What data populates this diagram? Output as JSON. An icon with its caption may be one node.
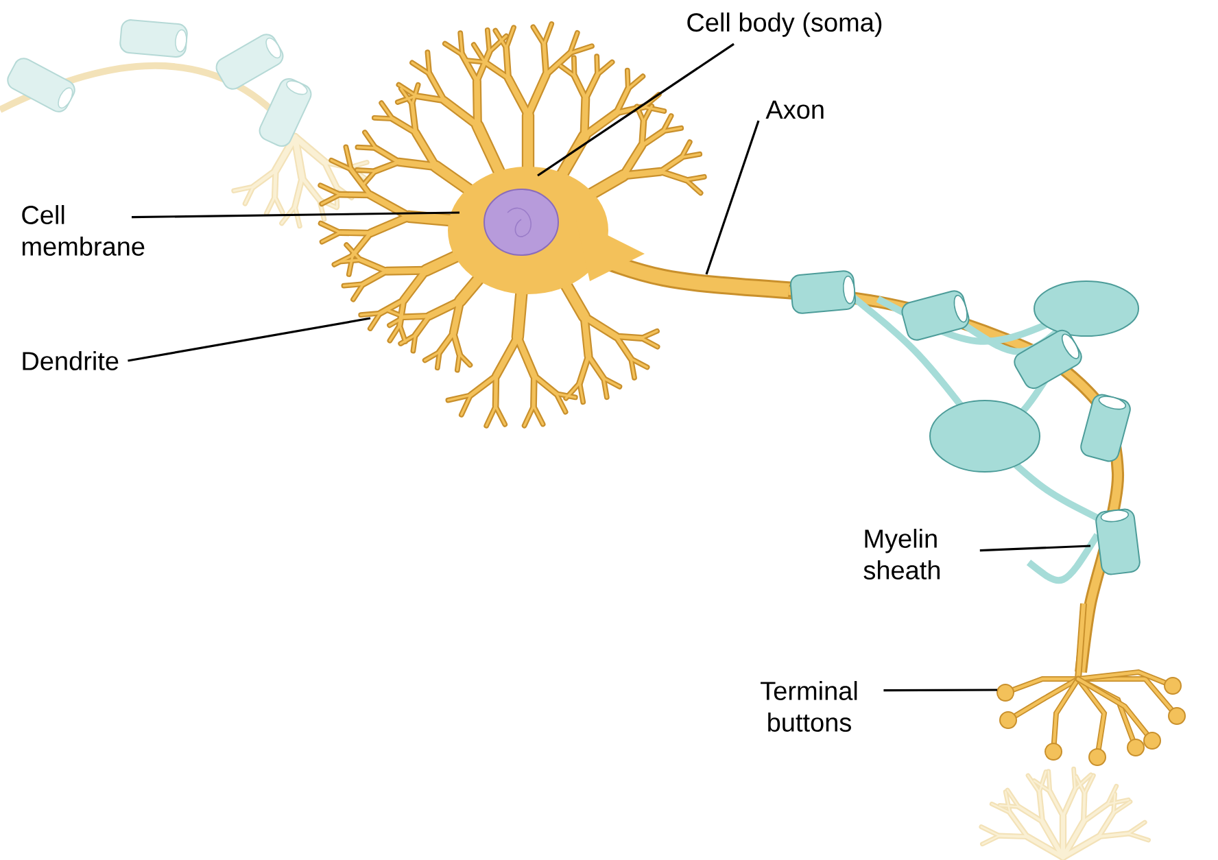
{
  "diagram": {
    "nodes": [
      {
        "text": [
          "Cell body (soma)"
        ]
      },
      {
        "text": [
          "Axon"
        ]
      },
      {
        "text": [
          "Cell membrane"
        ]
      },
      {
        "text": [
          "Dendrite"
        ]
      },
      {
        "text": [
          "Myelin sheath"
        ]
      },
      {
        "text": [
          "Terminal buttons"
        ]
      }
    ],
    "edges": [
      {
        "from": 0,
        "to": null,
        "arrow": "none"
      },
      {
        "from": 1,
        "to": null,
        "arrow": "none"
      },
      {
        "from": 2,
        "to": null,
        "arrow": "none"
      },
      {
        "from": 3,
        "to": null,
        "arrow": "none"
      },
      {
        "from": 4,
        "to": null,
        "arrow": "none"
      },
      {
        "from": 5,
        "to": null,
        "arrow": "none"
      }
    ]
  }
}
